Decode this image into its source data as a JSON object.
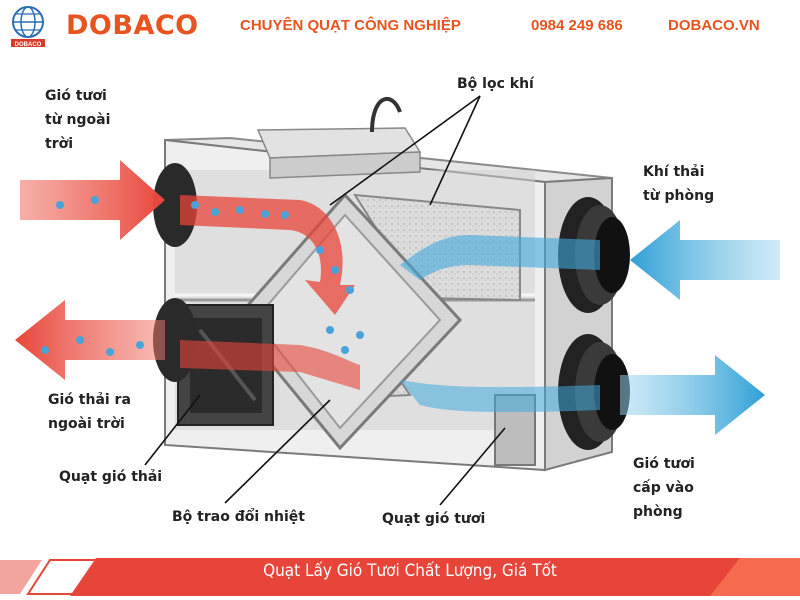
{
  "header": {
    "logo_text": "DOBACO",
    "brand": "DOBACO",
    "slogan": "CHUYÊN QUẠT CÔNG NGHIỆP",
    "phone": "0984 249 686",
    "website": "DOBACO.VN",
    "accent_color": "#e8541f"
  },
  "diagram": {
    "labels": {
      "fresh_in": [
        "Gió tươi",
        "từ ngoài",
        "trời"
      ],
      "air_filter": "Bộ lọc khí",
      "exhaust_from_room": [
        "Khí thải",
        "từ phòng"
      ],
      "exhaust_out": [
        "Gió thải ra",
        "ngoài trời"
      ],
      "exhaust_fan": "Quạt gió thải",
      "heat_exchanger": "Bộ trao đổi nhiệt",
      "fresh_fan": "Quạt gió tươi",
      "fresh_to_room": [
        "Gió tươi",
        "cấp vào",
        "phòng"
      ]
    },
    "colors": {
      "warm_air": "#e8453a",
      "cool_air": "#3fa9dc"
    }
  },
  "footer": {
    "banner_text": "Quạt Lấy Gió Tươi Chất Lượng, Giá Tốt",
    "banner_color": "#e8453a"
  }
}
